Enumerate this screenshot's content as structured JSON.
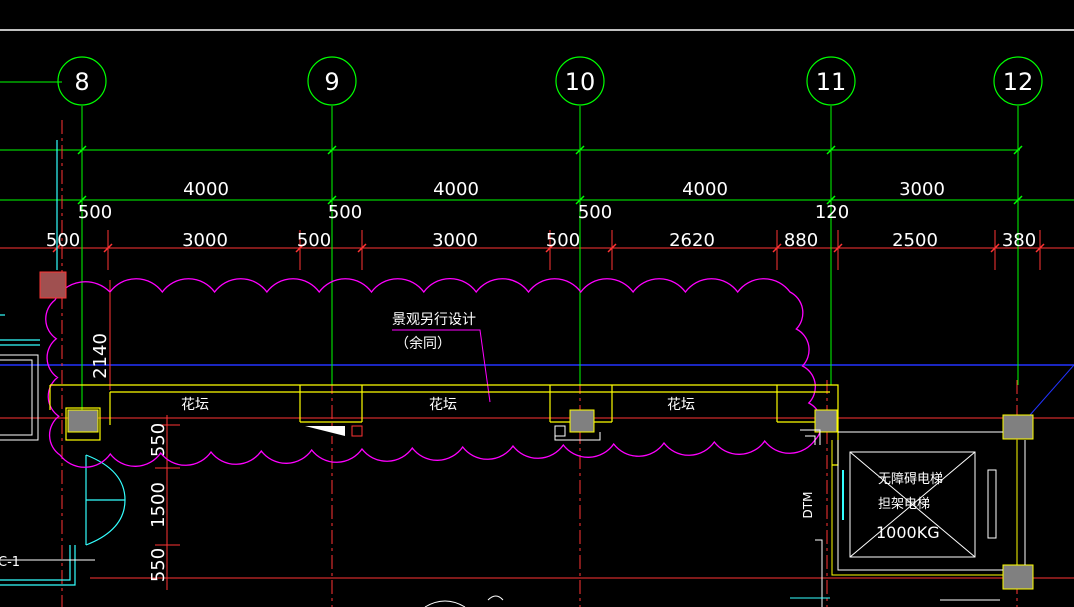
{
  "axes": [
    "8",
    "9",
    "10",
    "11",
    "12"
  ],
  "dims_main": [
    "4000",
    "4000",
    "4000",
    "3000"
  ],
  "dims_mid": [
    "500",
    "500",
    "500",
    "120"
  ],
  "dims_detail": [
    "500",
    "3000",
    "500",
    "3000",
    "500",
    "2620",
    "880",
    "2500",
    "380"
  ],
  "dim_vertical_left": [
    "2140"
  ],
  "dims_vertical": [
    "550",
    "1500",
    "550"
  ],
  "annotation": {
    "line1": "景观另行设计",
    "line2": "（余同）"
  },
  "planters": [
    "花坛",
    "花坛",
    "花坛"
  ],
  "elevator": {
    "line1": "无障碍电梯",
    "line2": "担架电梯",
    "line3": "1000KG",
    "tag": "DTM"
  },
  "edge_tag": "C-1",
  "colors": {
    "axis": "#00ff00",
    "dim": "#ff3333",
    "wall": "#ffff00",
    "cloud": "#ff00ff",
    "blue": "#2233ff",
    "cyan": "#33ffff",
    "white": "#ffffff",
    "gray": "#808080"
  }
}
